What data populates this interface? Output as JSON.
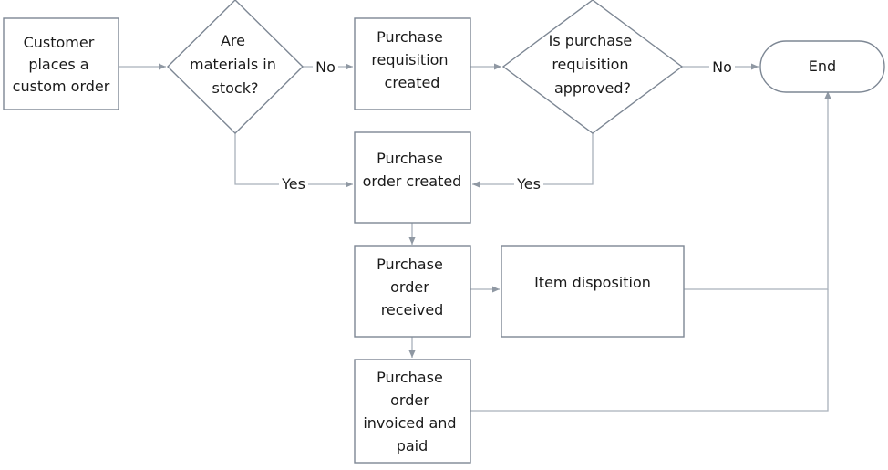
{
  "nodes": {
    "customer": [
      "Customer",
      "places a",
      "custom order"
    ],
    "materials": [
      "Are",
      "materials in",
      "stock?"
    ],
    "requisition": [
      "Purchase",
      "requisition",
      "created"
    ],
    "approved": [
      "Is purchase",
      "requisition",
      "approved?"
    ],
    "end": [
      "End"
    ],
    "po_created": [
      "Purchase",
      "order created"
    ],
    "po_received": [
      "Purchase",
      "order",
      "received"
    ],
    "disposition": [
      "Item disposition"
    ],
    "invoiced": [
      "Purchase",
      "order",
      "invoiced and",
      "paid"
    ]
  },
  "edge_labels": {
    "no_1": "No",
    "no_2": "No",
    "yes_1": "Yes",
    "yes_2": "Yes"
  },
  "colors": {
    "shape_stroke": "#7d8794",
    "edge": "#a9b1bb",
    "arrowhead": "#8f98a3",
    "text": "#1a1a1a"
  }
}
